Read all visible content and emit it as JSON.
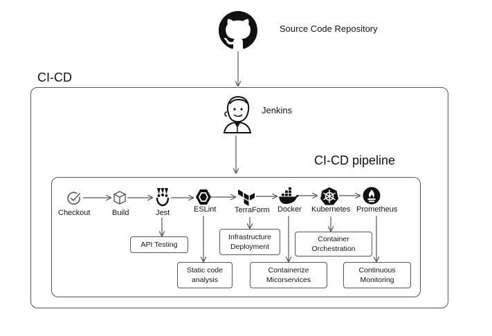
{
  "source": {
    "label": "Source Code Repository",
    "icon": "github-icon"
  },
  "outer": {
    "label": "CI-CD"
  },
  "jenkins": {
    "label": "Jenkins",
    "icon": "jenkins-icon"
  },
  "pipeline": {
    "label": "CI-CD pipeline",
    "stages": [
      {
        "label": "Checkout",
        "icon": "checkmark-icon"
      },
      {
        "label": "Build",
        "icon": "cube-icon"
      },
      {
        "label": "Jest",
        "icon": "jest-icon"
      },
      {
        "label": "ESLint",
        "icon": "eslint-icon"
      },
      {
        "label": "TerraForm",
        "icon": "terraform-icon"
      },
      {
        "label": "Docker",
        "icon": "docker-icon"
      },
      {
        "label": "Kubernetes",
        "icon": "kubernetes-icon"
      },
      {
        "label": "Prometheus",
        "icon": "prometheus-icon"
      }
    ],
    "boxes": {
      "api_testing": "API Testing",
      "infra_line1": "Infrastructure",
      "infra_line2": "Deployment",
      "orch_line1": "Container",
      "orch_line2": "Orchestration",
      "static_line1": "Static code",
      "static_line2": "analysis",
      "containerize_line1": "Containerize",
      "containerize_line2": "Micorservices",
      "monitor_line1": "Continuous",
      "monitor_line2": "Monitoring"
    }
  },
  "colors": {
    "stroke": "#555555",
    "icon_dark": "#111111",
    "background": "#ffffff"
  }
}
